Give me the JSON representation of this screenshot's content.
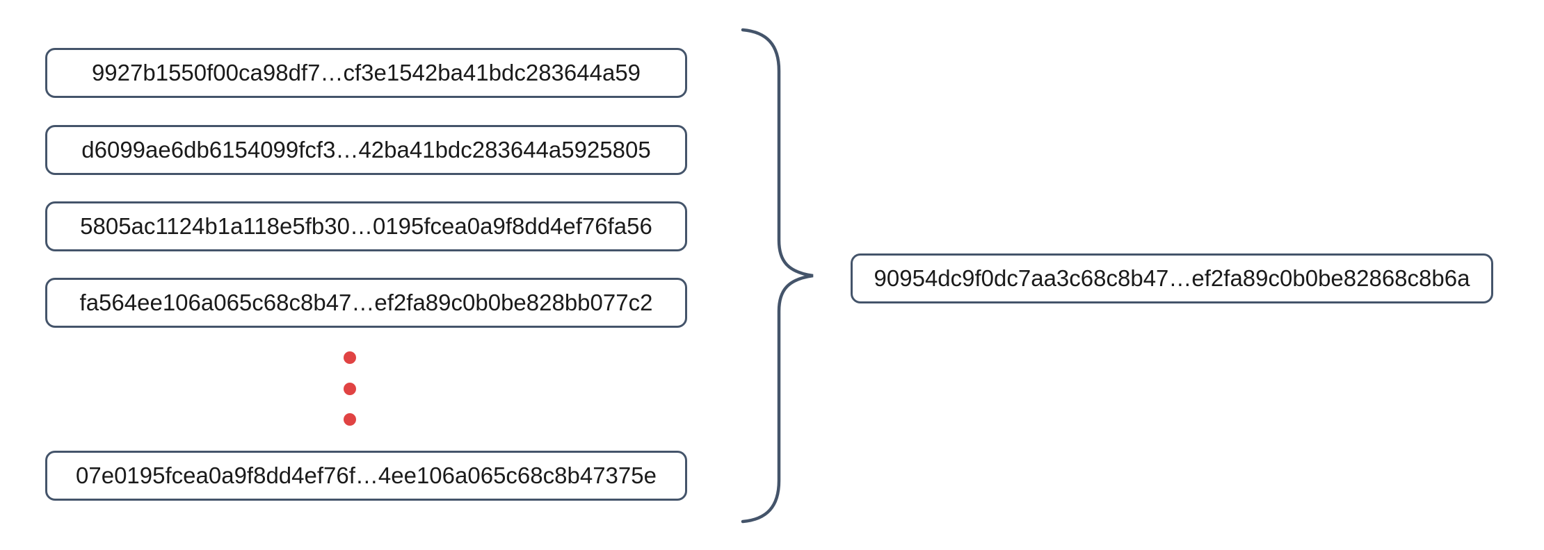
{
  "diagram": {
    "description": "Many hash values combined by a curly brace into a single hash value",
    "left_column": {
      "items": [
        {
          "label": "9927b1550f00ca98df7…cf3e1542ba41bdc283644a59"
        },
        {
          "label": "d6099ae6db6154099fcf3…42ba41bdc283644a5925805"
        },
        {
          "label": "5805ac1124b1a118e5fb30…0195fcea0a9f8dd4ef76fa56"
        },
        {
          "label": "fa564ee106a065c68c8b47…ef2fa89c0b0be828bb077c2"
        },
        {
          "label": "07e0195fcea0a9f8dd4ef76f…4ee106a065c68c8b47375e"
        }
      ],
      "ellipsis_icon": "vertical-ellipsis-dots"
    },
    "brace_icon": "right-curly-brace",
    "result": {
      "label": "90954dc9f0dc7aa3c68c8b47…ef2fa89c0b0be82868c8b6a"
    }
  },
  "colors": {
    "line": "#44546A",
    "dot": "#E04343",
    "text": "#1A1A1A",
    "background": "#FFFFFF"
  }
}
